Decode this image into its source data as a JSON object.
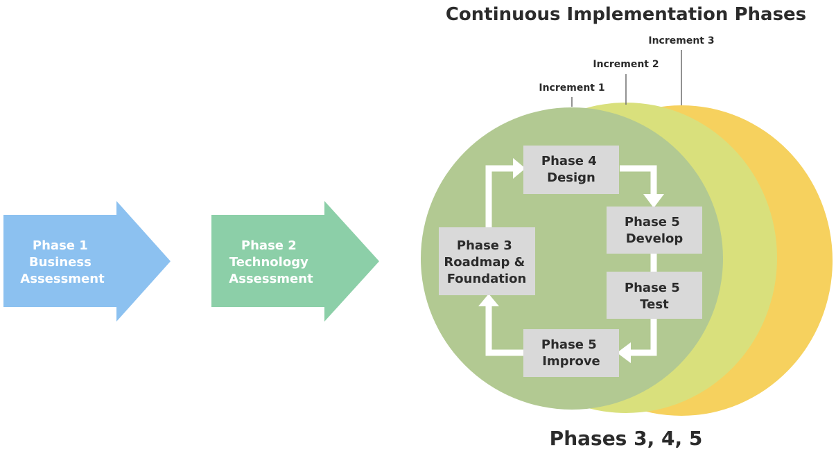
{
  "title": "Continuous Implementation Phases",
  "footer": "Phases 3, 4, 5",
  "colors": {
    "phase1_arrow": "#8cc1f0",
    "phase2_arrow": "#8ccfa8",
    "increment1_circle": "#b2c992",
    "increment2_circle": "#d9e07c",
    "increment3_circle": "#f6d15e",
    "box_fill": "#d9d9d9",
    "cycle_arrow": "#ffffff",
    "text_dark": "#2b2b2b"
  },
  "increments": [
    {
      "label": "Increment 1"
    },
    {
      "label": "Increment 2"
    },
    {
      "label": "Increment 3"
    }
  ],
  "phase1": {
    "line1": "Phase 1",
    "line2": "Business",
    "line3": "Assessment"
  },
  "phase2": {
    "line1": "Phase 2",
    "line2": "Technology",
    "line3": "Assessment"
  },
  "boxes": {
    "design": {
      "line1": "Phase 4",
      "line2": "Design"
    },
    "develop": {
      "line1": "Phase 5",
      "line2": "Develop"
    },
    "test": {
      "line1": "Phase 5",
      "line2": "Test"
    },
    "improve": {
      "line1": "Phase 5",
      "line2": "Improve"
    },
    "roadmap": {
      "line1": "Phase 3",
      "line2": "Roadmap &",
      "line3": "Foundation"
    }
  }
}
